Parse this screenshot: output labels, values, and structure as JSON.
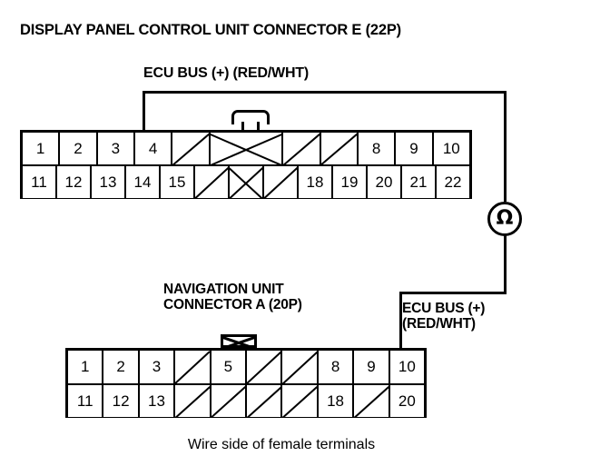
{
  "page": {
    "title": "DISPLAY PANEL CONTROL UNIT CONNECTOR E (22P)",
    "caption": "Wire side of female terminals"
  },
  "labels": {
    "ecu_bus_top": "ECU BUS (+) (RED/WHT)",
    "nav_unit_line1": "NAVIGATION UNIT",
    "nav_unit_line2": "CONNECTOR A (20P)",
    "ecu_bus_bottom_line1": "ECU BUS (+)",
    "ecu_bus_bottom_line2": "(RED/WHT)"
  },
  "meter": {
    "symbol": "Ω",
    "name": "ohmmeter"
  },
  "connectors": [
    {
      "id": "display-panel-control-unit-connector-e",
      "name": "DISPLAY PANEL CONTROL UNIT CONNECTOR E",
      "pin_count": "22P",
      "tab_style": "rounded",
      "rows": [
        {
          "row": "top",
          "cells": [
            {
              "label": "1",
              "type": "pin",
              "span": 1
            },
            {
              "label": "2",
              "type": "pin",
              "span": 1
            },
            {
              "label": "3",
              "type": "pin",
              "span": 1
            },
            {
              "label": "4",
              "type": "pin",
              "span": 1
            },
            {
              "label": "",
              "type": "diag",
              "span": 1
            },
            {
              "label": "",
              "type": "cross",
              "span": 2
            },
            {
              "label": "",
              "type": "diag",
              "span": 1
            },
            {
              "label": "",
              "type": "diag",
              "span": 1
            },
            {
              "label": "8",
              "type": "pin",
              "span": 1
            },
            {
              "label": "9",
              "type": "pin",
              "span": 1
            },
            {
              "label": "10",
              "type": "pin",
              "span": 1
            }
          ]
        },
        {
          "row": "bottom",
          "cells": [
            {
              "label": "11",
              "type": "pin",
              "span": 1
            },
            {
              "label": "12",
              "type": "pin",
              "span": 1
            },
            {
              "label": "13",
              "type": "pin",
              "span": 1
            },
            {
              "label": "14",
              "type": "pin",
              "span": 1
            },
            {
              "label": "15",
              "type": "pin",
              "span": 1
            },
            {
              "label": "",
              "type": "diag",
              "span": 1
            },
            {
              "label": "",
              "type": "cross",
              "span": 1
            },
            {
              "label": "",
              "type": "diag",
              "span": 1
            },
            {
              "label": "18",
              "type": "pin",
              "span": 1
            },
            {
              "label": "19",
              "type": "pin",
              "span": 1
            },
            {
              "label": "20",
              "type": "pin",
              "span": 1
            },
            {
              "label": "21",
              "type": "pin",
              "span": 1
            },
            {
              "label": "22",
              "type": "pin",
              "span": 1
            }
          ]
        }
      ]
    },
    {
      "id": "navigation-unit-connector-a",
      "name": "NAVIGATION UNIT CONNECTOR A",
      "pin_count": "20P",
      "tab_style": "crossed-box",
      "rows": [
        {
          "row": "top",
          "cells": [
            {
              "label": "1",
              "type": "pin",
              "span": 1
            },
            {
              "label": "2",
              "type": "pin",
              "span": 1
            },
            {
              "label": "3",
              "type": "pin",
              "span": 1
            },
            {
              "label": "",
              "type": "diag",
              "span": 1
            },
            {
              "label": "5",
              "type": "pin",
              "span": 1
            },
            {
              "label": "",
              "type": "diag",
              "span": 1
            },
            {
              "label": "",
              "type": "diag",
              "span": 1
            },
            {
              "label": "8",
              "type": "pin",
              "span": 1
            },
            {
              "label": "9",
              "type": "pin",
              "span": 1
            },
            {
              "label": "10",
              "type": "pin",
              "span": 1
            }
          ]
        },
        {
          "row": "bottom",
          "cells": [
            {
              "label": "11",
              "type": "pin",
              "span": 1
            },
            {
              "label": "12",
              "type": "pin",
              "span": 1
            },
            {
              "label": "13",
              "type": "pin",
              "span": 1
            },
            {
              "label": "",
              "type": "diag",
              "span": 1
            },
            {
              "label": "",
              "type": "diag",
              "span": 1
            },
            {
              "label": "",
              "type": "diag",
              "span": 1
            },
            {
              "label": "",
              "type": "diag",
              "span": 1
            },
            {
              "label": "18",
              "type": "pin",
              "span": 1
            },
            {
              "label": "",
              "type": "diag",
              "span": 1
            },
            {
              "label": "20",
              "type": "pin",
              "span": 1
            }
          ]
        }
      ]
    }
  ],
  "colors": {
    "ink": "#000000",
    "paper": "#ffffff"
  }
}
